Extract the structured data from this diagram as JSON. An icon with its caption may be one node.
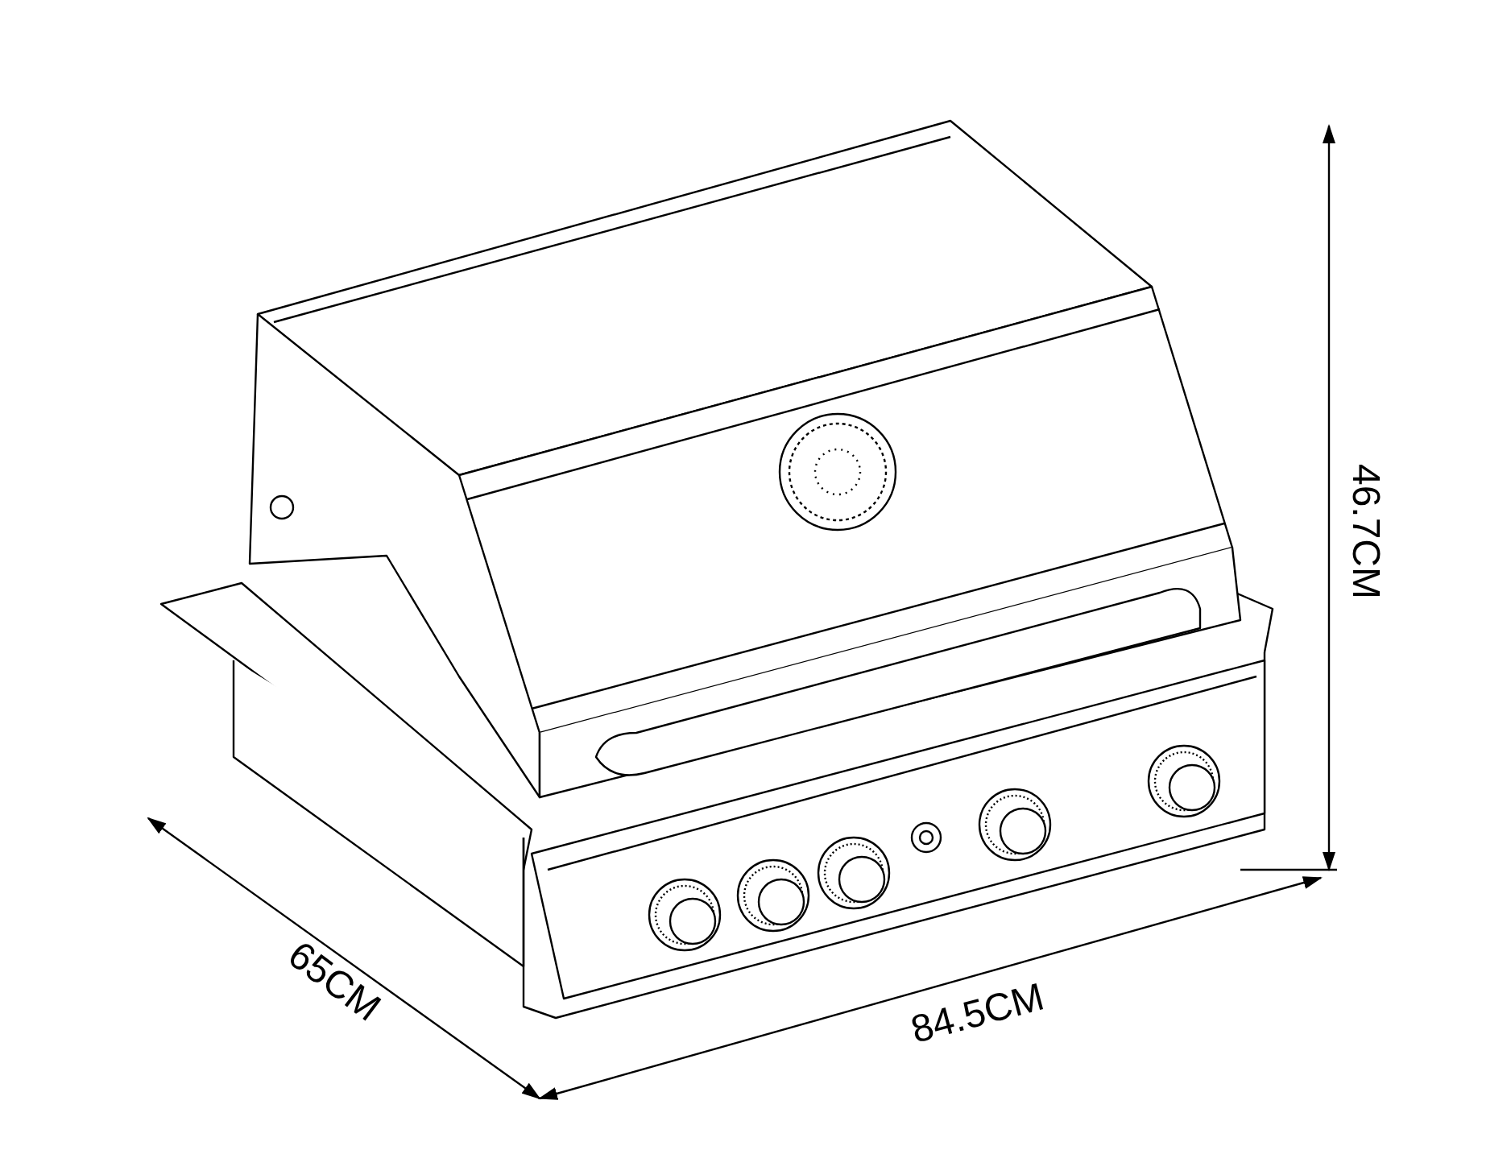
{
  "diagram": {
    "labels": [
      "46.7CM",
      "65CM",
      "84.5CM"
    ]
  }
}
